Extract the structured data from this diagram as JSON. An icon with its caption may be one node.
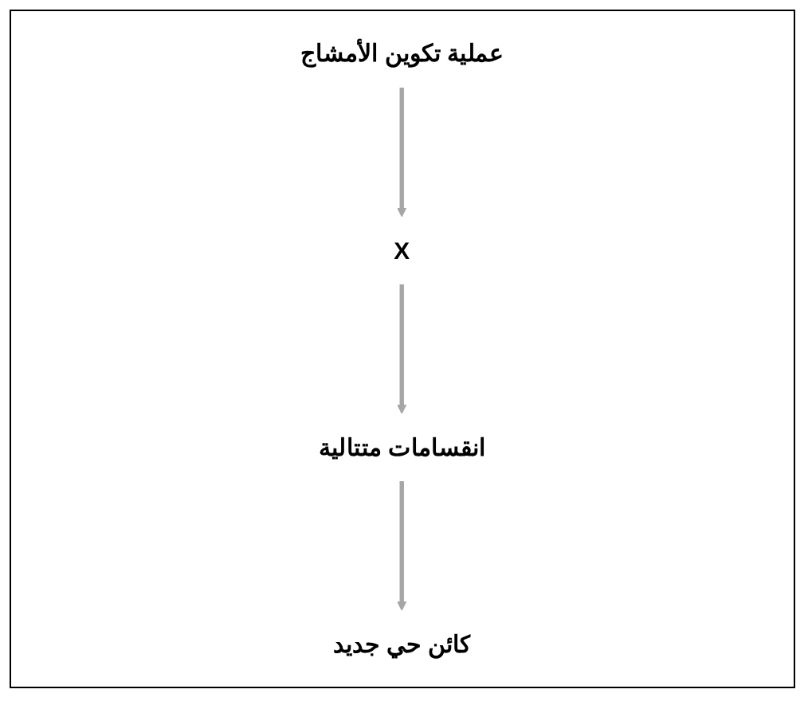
{
  "diagram": {
    "nodes": [
      {
        "text": [
          "عملية تكوين الأمشاج"
        ]
      },
      {
        "text": [
          "X"
        ]
      },
      {
        "text": [
          "انقسامات متتالية"
        ]
      },
      {
        "text": [
          "كائن حي جديد"
        ]
      }
    ],
    "edges": [
      {
        "from": 0,
        "to": 1,
        "arrow": "to"
      },
      {
        "from": 1,
        "to": 2,
        "arrow": "to"
      },
      {
        "from": 2,
        "to": 3,
        "arrow": "to"
      }
    ]
  }
}
